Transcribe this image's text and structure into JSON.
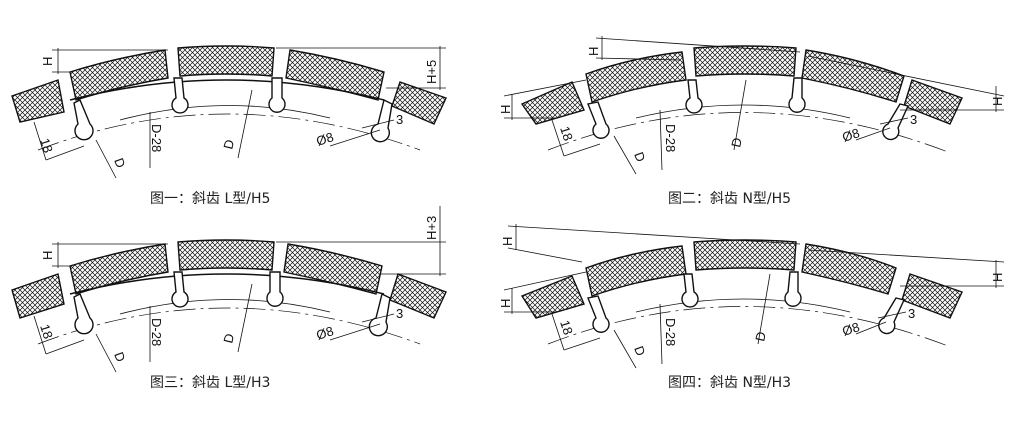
{
  "figures": [
    {
      "caption": "图一：斜齿  L型/H5",
      "type": "L",
      "height_label": "H+5",
      "d28": "D-28",
      "d": "D",
      "len18": "18",
      "phi8": "Ø8",
      "three": "3",
      "h": "H"
    },
    {
      "caption": "图二：斜齿  N型/H5",
      "type": "N",
      "d28": "D-28",
      "d": "D",
      "len18": "18",
      "phi8": "Ø8",
      "three": "3",
      "h": "H"
    },
    {
      "caption": "图三：斜齿  L型/H3",
      "type": "L",
      "height_label": "H+3",
      "d28": "D-28",
      "d": "D",
      "len18": "18",
      "phi8": "Ø8",
      "three": "3",
      "h": "H"
    },
    {
      "caption": "图四：斜齿  N型/H3",
      "type": "N",
      "d28": "D-28",
      "d": "D",
      "len18": "18",
      "phi8": "Ø8",
      "three": "3",
      "h": "H"
    }
  ],
  "style": {
    "hatch_color": "#111111",
    "line_color": "#111111",
    "background": "#ffffff"
  }
}
